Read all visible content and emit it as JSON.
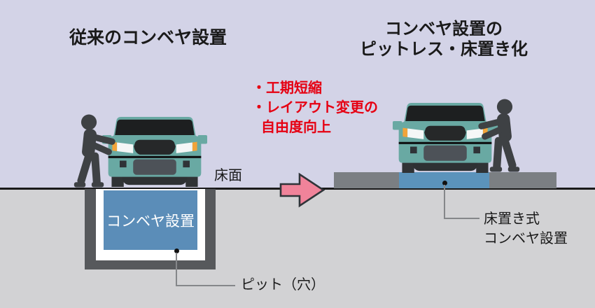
{
  "left_section": {
    "title": "従来のコンベヤ設置",
    "floor_label": "床面",
    "conveyor_box_label": "コンベヤ設置",
    "pit_caption": "ピット（穴）"
  },
  "right_section": {
    "title_line1": "コンベヤ設置の",
    "title_line2": "ピットレス・床置き化",
    "benefits": [
      "・工期短縮",
      "・レイアウト変更の",
      "自由度向上"
    ],
    "platform_caption_line1": "床置き式",
    "platform_caption_line2": "コンベヤ設置"
  },
  "colors": {
    "background_top": "#d3d3e7",
    "background_ground": "#d2d2d4",
    "floor_line": "#1a1a1a",
    "benefit_text_red": "#e60012",
    "pit_frame_gray": "#57595c",
    "pit_inner_white": "#ffffff",
    "conveyor_blue": "#5b8db8",
    "platform_gray": "#7b7f83",
    "platform_conveyor_blue": "#5b93bb",
    "car_body_teal": "#69a9a3",
    "headlight_amber": "#f2a43a",
    "worker_gray": "#3e4144",
    "arrow_pink": "#f0839a"
  }
}
